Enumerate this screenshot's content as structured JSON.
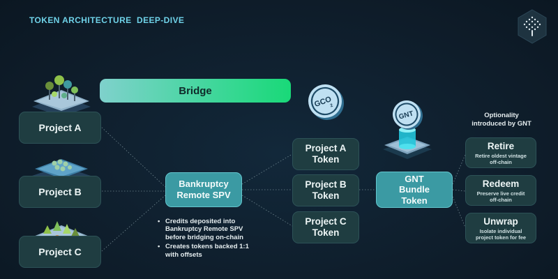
{
  "header": {
    "title": "TOKEN ARCHITECTURE  DEEP-DIVE"
  },
  "bridge": {
    "label": "Bridge"
  },
  "projects": [
    {
      "label": "Project A"
    },
    {
      "label": "Project B"
    },
    {
      "label": "Project C"
    }
  ],
  "spv": {
    "line1": "Bankruptcy",
    "line2": "Remote SPV"
  },
  "notes": [
    "Credits deposited into Bankruptcy Remote SPV before bridging on-chain",
    "Creates tokens backed 1:1 with offsets"
  ],
  "tokens": [
    {
      "line1": "Project A",
      "line2": "Token"
    },
    {
      "line1": "Project B",
      "line2": "Token"
    },
    {
      "line1": "Project C",
      "line2": "Token"
    }
  ],
  "coins": {
    "gco2": "GCO",
    "gco2_sub": "2",
    "gnt": "GNT"
  },
  "gnt_bundle": {
    "line1": "GNT",
    "line2": "Bundle",
    "line3": "Token"
  },
  "optionality": {
    "line1": "Optionality",
    "line2": "introduced by GNT"
  },
  "options": [
    {
      "title": "Retire",
      "line1": "Retire oldest vintage",
      "line2": "off-chain"
    },
    {
      "title": "Redeem",
      "line1": "Preserve live credit",
      "line2": "off-chain"
    },
    {
      "title": "Unwrap",
      "line1": "Isolate individual",
      "line2": "project token for fee"
    }
  ],
  "colors": {
    "background": "#0f1e2c",
    "accent_teal": "#3b9aa3",
    "bridge_green": "#19d978",
    "heading": "#6fd2e8",
    "box": "#1f3d41"
  }
}
